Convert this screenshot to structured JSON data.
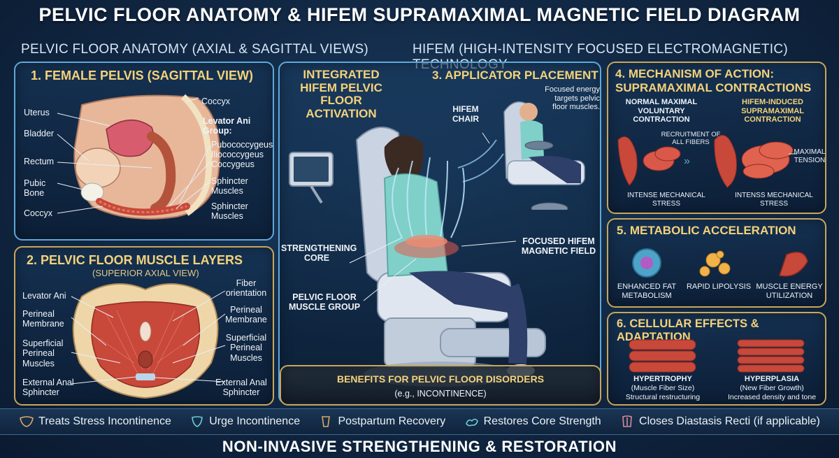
{
  "title": "PELVIC FLOOR ANATOMY & HIFEM SUPRAMAXIMAL MAGNETIC FIELD DIAGRAM",
  "left_section": "PELVIC FLOOR ANATOMY (AXIAL & SAGITTAL VIEWS)",
  "right_section": "HIFEM (HIGH-INTENSITY FOCUSED ELECTROMAGNETIC) TECHNOLOGY",
  "panel1": {
    "title": "1. FEMALE PELVIS (SAGITTAL VIEW)",
    "labels": {
      "coccyx_top": "Coccyx",
      "uterus": "Uterus",
      "bladder": "Bladder",
      "rectum": "Rectum",
      "pubic_bone": "Pubic Bone",
      "coccyx_bottom": "Coccyx",
      "levator_group": "Levator Ani Group:",
      "pubococcygeus": "Pubococcygeus",
      "iliococcygeus": "Iliococcygeus",
      "coccygeus": "Coccygeus",
      "sphincter1": "Sphincter Muscles",
      "sphincter2": "Sphincter Muscles"
    }
  },
  "panel2": {
    "title": "2. PELVIC FLOOR MUSCLE LAYERS",
    "subtitle": "(SUPERIOR AXIAL VIEW)",
    "labels": {
      "levator_ani": "Levator Ani",
      "perineal_membrane_l": "Perineal Membrane",
      "superficial_l": "Superficial Perineal Muscles",
      "external_anal_l": "External Anal Sphincter",
      "fiber": "Fiber orientation",
      "perineal_membrane_r": "Perineal Membrane",
      "superficial_r": "Superficial Perineal Muscles",
      "external_anal_r": "External Anal Sphincter"
    }
  },
  "center": {
    "title": "INTEGRATED HIFEM PELVIC FLOOR ACTIVATION",
    "strengthening": "STRENGTHENING CORE",
    "muscle_group": "PELVIC FLOOR MUSCLE GROUP",
    "hifem_chair": "HIFEM CHAIR",
    "field": "FOCUSED HIFEM MAGNETIC FIELD"
  },
  "panel3": {
    "title": "3. APPLICATOR PLACEMENT",
    "note": "Focused energy targets pelvic floor muscles."
  },
  "benefits": {
    "title": "BENEFITS FOR PELVIC FLOOR DISORDERS",
    "subtitle": "(e.g., INCONTINENCE)"
  },
  "panel4": {
    "title": "4. MECHANISM OF ACTION: SUPRAMAXIMAL CONTRACTIONS",
    "normal": "NORMAL MAXIMAL VOLUNTARY CONTRACTION",
    "hifem": "HIFEM-INDUCED SUPRAMAXIMAL CONTRACTION",
    "recruitment": "RECRUITMENT OF ALL FIBERS",
    "maximal": "MAXIMAL TENSION",
    "stress_l": "INTENSE MECHANICAL STRESS",
    "stress_r": "INTENSS MECHANICAL STRESS"
  },
  "panel5": {
    "title": "5. METABOLIC ACCELERATION",
    "items": [
      "ENHANCED FAT METABOLISM",
      "RAPID LIPOLYSIS",
      "MUSCLE ENERGY UTILIZATION"
    ]
  },
  "panel6": {
    "title": "6. CELLULAR EFFECTS & ADAPTATION",
    "hyper1": "HYPERTROPHY",
    "hyper1_sub": "(Muscle Fiber Size)",
    "hyper1_note": "Structural restructuring",
    "hyper2": "HYPERPLASIA",
    "hyper2_sub": "(New Fiber Growth)",
    "hyper2_note": "Increased density and tone"
  },
  "footer": {
    "items": [
      {
        "label": "Treats Stress Incontinence",
        "icon": "pelvis-icon"
      },
      {
        "label": "Urge Incontinence",
        "icon": "bladder-icon"
      },
      {
        "label": "Postpartum Recovery",
        "icon": "torso-icon"
      },
      {
        "label": "Restores Core Strength",
        "icon": "muscle-icon"
      },
      {
        "label": "Closes Diastasis Recti (if applicable)",
        "icon": "abdomen-icon"
      }
    ]
  },
  "bottom_title": "NON-INVASIVE STRENGTHENING & RESTORATION",
  "colors": {
    "gold": "#c9a65a",
    "muscle": "#c8483a",
    "blue_accent": "#5fa8d8",
    "background": "#122a47"
  }
}
